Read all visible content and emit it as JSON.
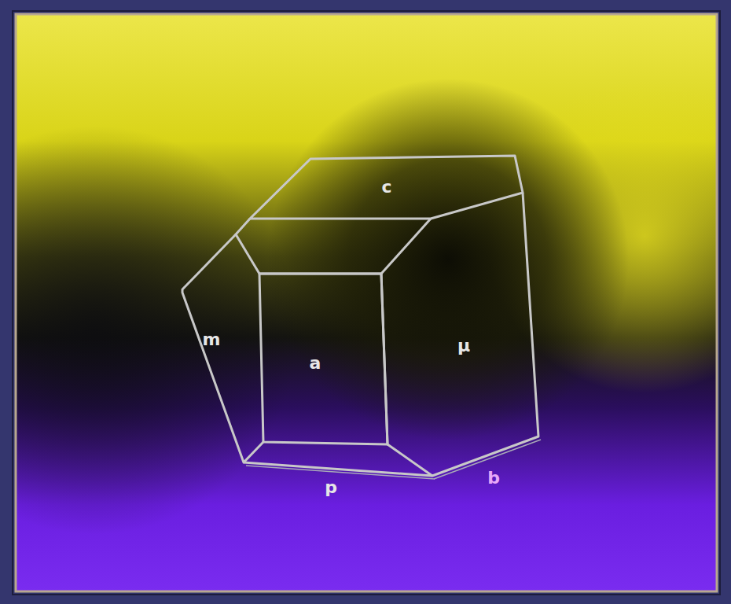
{
  "diagram": {
    "labels": [
      "c",
      "m",
      "a",
      "μ",
      "p",
      "b"
    ]
  }
}
